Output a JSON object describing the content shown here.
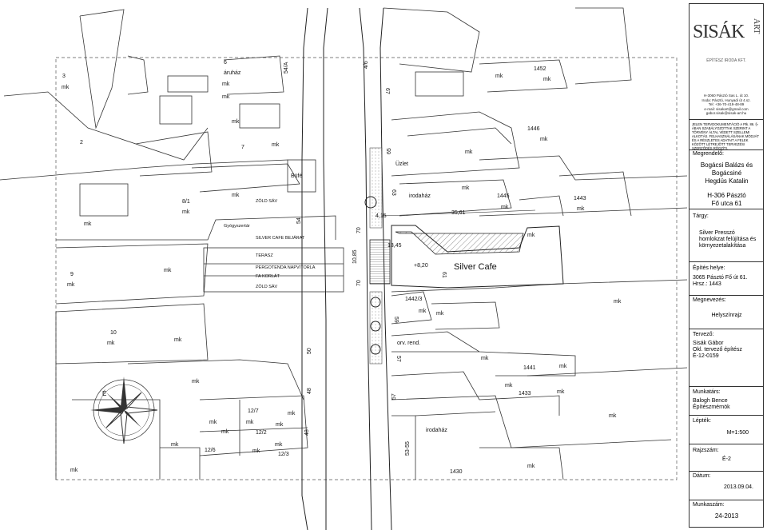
{
  "labels": {
    "p3": "3",
    "p6": "6",
    "aruhaz": "áruház",
    "mk": "mk",
    "p54a": "54/A",
    "p2": "2",
    "p7": "7",
    "bufe": "Büfé",
    "p81": "8/1",
    "zold_sav": "ZÖLD SÁV",
    "gyogyszertar": "Gyógyszertár",
    "p54": "54",
    "p70": "70",
    "silver_cafe_bejarat": "SILVER CAFE BEJÁRAT",
    "terasz": "TERASZ",
    "pergotenda": "PERGOTENDA NAPVITORLA",
    "fa_korlat": "FA KORLÁT",
    "p9": "9",
    "p10": "10",
    "p50": "50",
    "p48": "48",
    "p127": "12/7",
    "p122": "12/2",
    "p126": "12/6",
    "p123": "12/3",
    "p65": "65",
    "p67": "67",
    "p46": "4/6",
    "uzlet": "Üzlet",
    "p63": "63",
    "irodahaz": "irodaház",
    "p1445": "1445",
    "p1443": "1443",
    "p1452": "1452",
    "p1446": "1446",
    "dim_415": "4,15",
    "dim_3561": "35,61",
    "dim_1345": "13,45",
    "dim_1085": "10,85",
    "dim_820": "+8,20",
    "p61": "61",
    "silver_cafe": "Silver Cafe",
    "p14423": "1442/3",
    "p59": "59",
    "orv_rend": "orv. rend.",
    "p57": "57",
    "p1441": "1441",
    "p1433": "1433",
    "p5355": "53-55",
    "p1430": "1430",
    "compass_e": "É"
  },
  "titleblock": {
    "logo_main": "SISÁK",
    "logo_side": "ART",
    "logo_sub": "ÉPÍTÉSZ IRODA KFT.",
    "contact": [
      "H-3060 Pásztó Sas L. út 10.",
      "Iroda: Pásztó, Hunyadi út 4.sz.",
      "Tel: +36-70-419-48-89",
      "e-mail: sisakart@gmail.com",
      "gabor.sisak@sisak-art.hu"
    ],
    "notice": "JELEN TERVDOKUMENTÁCIÓ A Ptk. 86. §-ÁBAN SZABÁLYOZOTTAK SZERINT A TÖRVÉNY ÁLTAL VÉDETT SZELLEMI ALKOTÁS. FELHASZNÁLÁSÁNAK MÓDJÁT ÉS A RÉSZLETES ADATAIT A FELEK KÖZÖTT LÉTREJÖTT TERVEZÉSI SZERZŐDÉS RÖGZÍTI.",
    "megrendelo_label": "Megrendelő:",
    "megrendelo": [
      "Bogácsi Balázs és",
      "Bogácsiné",
      "Hegdüs Katalin"
    ],
    "megrendelo_addr": [
      "H-306 Pásztó",
      "Fő utca 61"
    ],
    "targy_label": "Tárgy:",
    "targy": [
      "Silver Presszó",
      "homlokzat felújítása és",
      "környezetalakítása"
    ],
    "epites_label": "Építés helye:",
    "epites": [
      "3065 Pásztó Fő út 61.",
      "Hrsz.: 1443"
    ],
    "megnevezes_label": "Megnevezés:",
    "megnevezes": "Helyszínrajz",
    "tervezo_label": "Tervező:",
    "tervezo": [
      "Sisák Gábor",
      "Okl. tervező építész",
      "É-12-0159"
    ],
    "munkatars_label": "Munkatárs:",
    "munkatars": [
      "Balogh Bence",
      "Építészmérnök"
    ],
    "lepek_label": "Lépték:",
    "lepek": "M=1:500",
    "rajzszam_label": "Rajzszám:",
    "rajzszam": "É-2",
    "datum_label": "Dátum:",
    "datum": "2013.09.04.",
    "munkaszam_label": "Munkaszám:",
    "munkaszam": "24-2013"
  }
}
